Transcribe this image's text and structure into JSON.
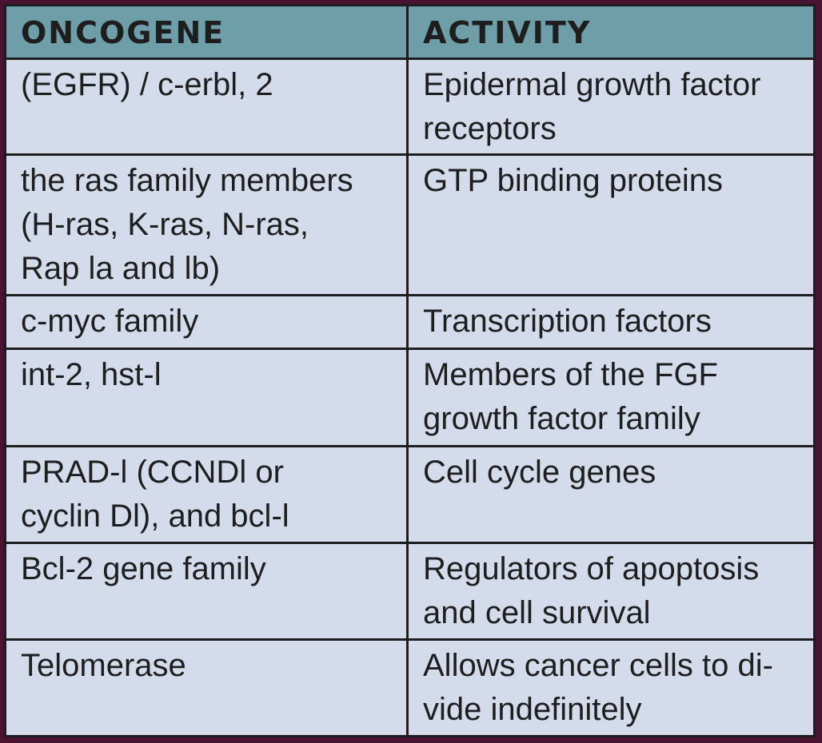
{
  "table": {
    "headers": [
      "ONCOGENE",
      "ACTIVITY"
    ],
    "rows": [
      {
        "oncogene": "(EGFR) / c-erbl, 2",
        "activity": "Epidermal growth factor\nreceptors"
      },
      {
        "oncogene": "the ras family members\n(H-ras, K-ras,  N-ras,\nRap la and lb)",
        "activity": "GTP binding proteins"
      },
      {
        "oncogene": "c-myc family",
        "activity": "Transcription factors"
      },
      {
        "oncogene": "int-2, hst-l",
        "activity": "Members of the FGF\ngrowth factor family"
      },
      {
        "oncogene": "PRAD-l (CCNDl or\ncyclin Dl), and bcl-l",
        "activity": "Cell cycle genes"
      },
      {
        "oncogene": "Bcl-2 gene family",
        "activity": "Regulators of apoptosis\nand cell survival"
      },
      {
        "oncogene": "Telomerase",
        "activity": "Allows cancer cells to di-\nvide indefinitely"
      }
    ]
  },
  "colors": {
    "header_bg": "#6e9fa8",
    "cell_bg": "#d4dbeb",
    "border": "#1d1d1d",
    "outer_bg": "#4a1430"
  }
}
